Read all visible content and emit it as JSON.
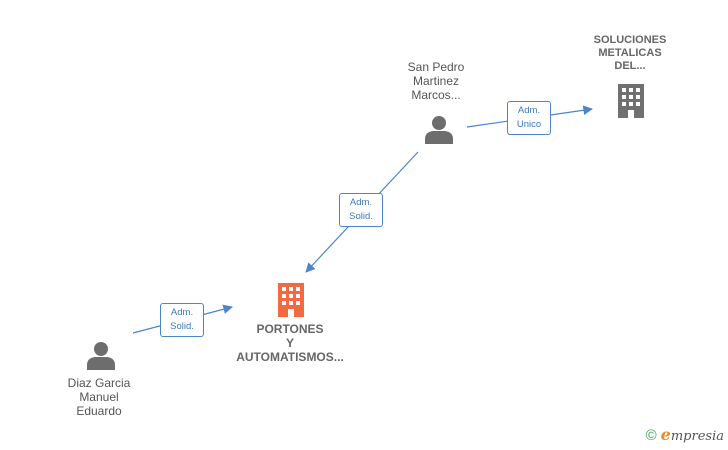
{
  "nodes": {
    "san_pedro": {
      "lines": [
        "San Pedro",
        "Martinez",
        "Marcos..."
      ]
    },
    "soluciones": {
      "lines": [
        "SOLUCIONES",
        "METALICAS",
        "DEL..."
      ]
    },
    "portones": {
      "lines": [
        "PORTONES",
        "Y",
        "AUTOMATISMOS..."
      ]
    },
    "diaz": {
      "lines": [
        "Diaz Garcia",
        "Manuel",
        "Eduardo"
      ]
    }
  },
  "edges": {
    "san_pedro_to_soluciones": {
      "lines": [
        "Adm.",
        "Unico"
      ]
    },
    "san_pedro_to_portones": {
      "lines": [
        "Adm.",
        "Solid."
      ]
    },
    "diaz_to_portones": {
      "lines": [
        "Adm.",
        "Solid."
      ]
    }
  },
  "colors": {
    "edge": "#4a86c8",
    "person_icon": "#6d6d6d",
    "company_icon_main": "#f26a3d",
    "company_icon_other": "#707070"
  },
  "watermark": {
    "copyright": "©",
    "brand_first": "e",
    "brand_rest": "mpresia"
  }
}
